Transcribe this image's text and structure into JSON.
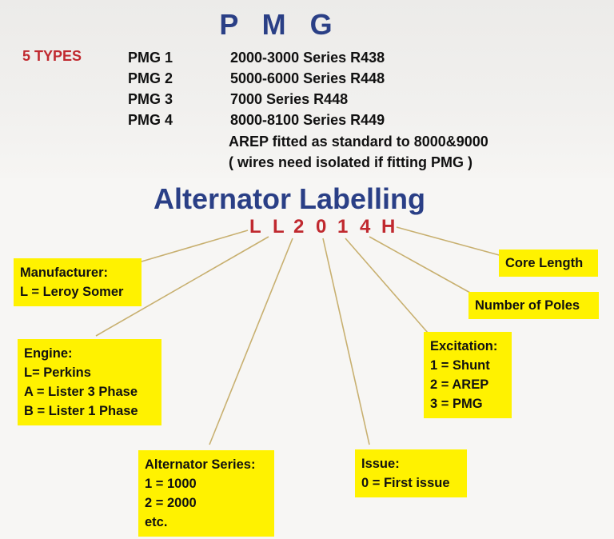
{
  "pmg": {
    "title": "P M G",
    "types_label": "5 TYPES",
    "rows": [
      {
        "name": "PMG  1",
        "desc": "2000-3000 Series R438"
      },
      {
        "name": "PMG  2",
        "desc": "5000-6000 Series R448"
      },
      {
        "name": "PMG  3",
        "desc": "7000 Series R448"
      },
      {
        "name": "PMG  4",
        "desc": "8000-8100 Series R449"
      }
    ],
    "note_line1": "AREP fitted as standard to 8000&9000",
    "note_line2": "( wires need isolated if fitting PMG )"
  },
  "labelling": {
    "title": "Alternator Labelling",
    "code_chars": [
      "L",
      "L",
      "2",
      "0",
      "1",
      "4",
      "H"
    ]
  },
  "boxes": {
    "manufacturer": {
      "title": "Manufacturer:",
      "lines": [
        "L = Leroy Somer"
      ]
    },
    "engine": {
      "title": "Engine:",
      "lines": [
        "L= Perkins",
        "A = Lister 3 Phase",
        "B = Lister 1 Phase"
      ]
    },
    "alternator_series": {
      "title": "Alternator Series:",
      "lines": [
        "1 = 1000",
        "2 = 2000",
        "etc."
      ]
    },
    "issue": {
      "title": "Issue:",
      "lines": [
        "0 = First issue"
      ]
    },
    "excitation": {
      "title": "Excitation:",
      "lines": [
        "1 = Shunt",
        "2 = AREP",
        "3 = PMG"
      ]
    },
    "number_of_poles": {
      "title": "Number of Poles",
      "lines": []
    },
    "core_length": {
      "title": "Core Length",
      "lines": []
    }
  },
  "colors": {
    "title_blue": "#2a3f86",
    "accent_red": "#c0292f",
    "box_yellow": "#fff200",
    "leader_line": "#c8b070"
  }
}
